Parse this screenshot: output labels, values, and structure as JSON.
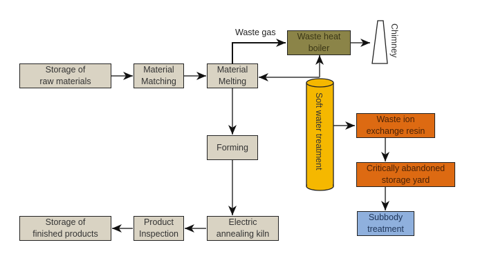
{
  "nodes": {
    "storage_raw": "Storage of\nraw materials",
    "material_matching": "Material\nMatching",
    "material_melting": "Material\nMelting",
    "waste_heat_boiler": "Waste heat\nboiler",
    "chimney": "Chimney",
    "soft_water": "Soft water treatment",
    "waste_ion_resin": "Waste ion\nexchange resin",
    "critically_abandoned": "Critically abandoned\nstorage yard",
    "subbody": "Subbody\ntreatment",
    "forming": "Forming",
    "electric_kiln": "Electric\nannealing kiln",
    "product_inspection": "Product\nInspection",
    "storage_finished": "Storage of\nfinished products"
  },
  "edge_labels": {
    "waste_gas": "Waste gas"
  },
  "colors": {
    "process": "#d9d3c3",
    "boiler": "#8b8448",
    "waste": "#dd6a12",
    "treatment": "#8fb0dd",
    "cylinder": "#f5b800"
  }
}
